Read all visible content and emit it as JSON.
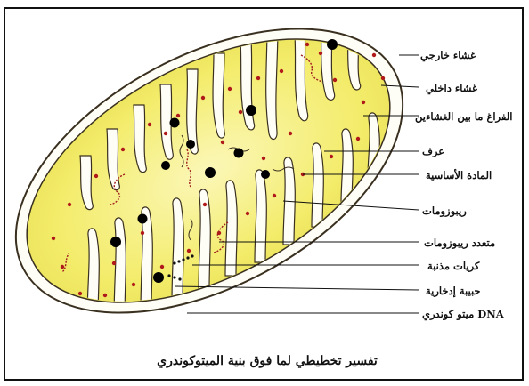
{
  "labels": {
    "outer_membrane": "غشاء خارجي",
    "inner_membrane": "غشاء داخلي",
    "intermembrane_space": "الفراغ ما بين الغشاءين",
    "crista": "عرف",
    "matrix": "المادة الأساسية",
    "ribosomes": "ريبوزومات",
    "polyribosomes": "متعدد ريبوزومات",
    "atp_particles": "كريات مذنبة",
    "granule": "حبيبة إدخارية",
    "dna_text": "DNA",
    "dna_arabic": "ميتو كوندري"
  },
  "caption": "تفسير تخطيطي لما فوق بنية الميتوكوندري",
  "colors": {
    "matrix_fill": "#f3ec6a",
    "matrix_light": "#fbf7b8",
    "outline": "#3a3020",
    "ribosome": "#b01a1a",
    "granule": "#000000"
  }
}
